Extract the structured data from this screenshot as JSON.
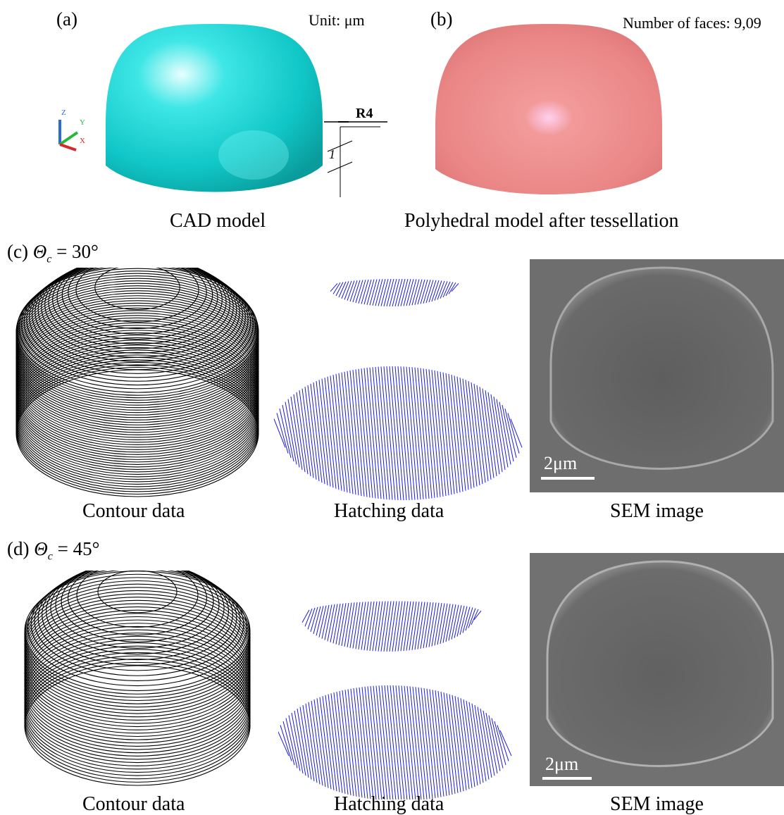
{
  "panel_a": {
    "label": "(a)",
    "unit": "Unit: μm",
    "caption": "CAD model",
    "dim_radius": "R4",
    "dim_small": "1",
    "axes": {
      "z": "Z",
      "y": "Y",
      "x": "X"
    }
  },
  "panel_b": {
    "label": "(b)",
    "faces": "Number of faces: 9,09",
    "caption": "Polyhedral model after tessellation"
  },
  "panel_c": {
    "label": "(c)",
    "theta_symbol": "Θ",
    "theta_sub": "c",
    "theta_value": "= 30°",
    "contour_caption": "Contour data",
    "hatching_caption": "Hatching data",
    "sem_caption": "SEM image",
    "scale_bar": "2μm"
  },
  "panel_d": {
    "label": "(d)",
    "theta_symbol": "Θ",
    "theta_sub": "c",
    "theta_value": "= 45°",
    "contour_caption": "Contour data",
    "hatching_caption": "Hatching data",
    "sem_caption": "SEM image",
    "scale_bar": "2μm"
  },
  "colors": {
    "cad": "#17d4d4",
    "poly": "#e88282",
    "hatch": "#1a1ae0",
    "contour": "#000000"
  }
}
